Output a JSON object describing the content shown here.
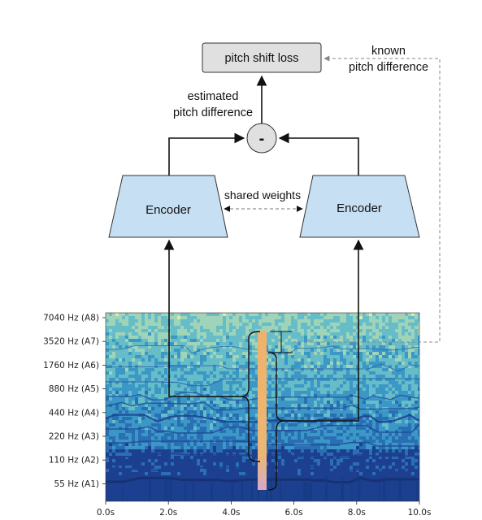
{
  "diagram": {
    "loss_box_label": "pitch shift loss",
    "known_label_line1": "known",
    "known_label_line2": "pitch difference",
    "estimated_label_line1": "estimated",
    "estimated_label_line2": "pitch difference",
    "minus_symbol": "-",
    "encoder_left_label": "Encoder",
    "encoder_right_label": "Encoder",
    "shared_weights_label": "shared weights",
    "colors": {
      "encoder_fill": "#c6dff2",
      "loss_box_fill": "#e0e0e0",
      "highlight_strip_top": "#f0b26a",
      "highlight_strip_bottom": "#d9a9c7"
    }
  },
  "spectrogram": {
    "y_ticks": [
      "7040 Hz (A8)",
      "3520 Hz (A7)",
      "1760 Hz (A6)",
      "880 Hz (A5)",
      "440 Hz (A4)",
      "220 Hz (A3)",
      "110 Hz (A2)",
      "55 Hz (A1)"
    ],
    "x_ticks": [
      "0.0s",
      "2.0s",
      "4.0s",
      "6.0s",
      "8.0s",
      "10.0s"
    ],
    "colormap": [
      "#1c3f8f",
      "#2a6fb3",
      "#3b98c6",
      "#66bdc8",
      "#9fd4b9",
      "#d6edb0"
    ]
  }
}
